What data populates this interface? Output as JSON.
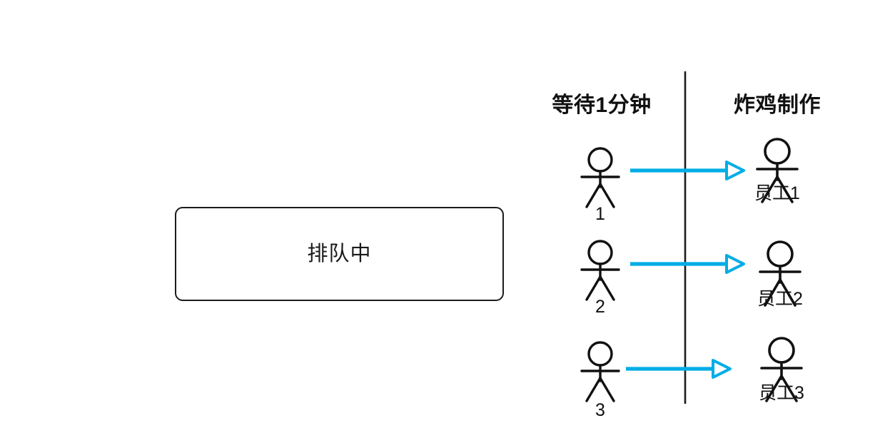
{
  "diagram": {
    "title_box": {
      "label": "排队中"
    },
    "columns": [
      {
        "id": "waiting",
        "header": "等待1分钟"
      },
      {
        "id": "cooking",
        "header": "炸鸡制作"
      }
    ],
    "rows": [
      {
        "customer_label": "1",
        "employee_label": "员工1",
        "arrow": "right-arrow"
      },
      {
        "customer_label": "2",
        "employee_label": "员工2",
        "arrow": "right-arrow"
      },
      {
        "customer_label": "3",
        "employee_label": "员工3",
        "arrow": "right-arrow"
      }
    ],
    "colors": {
      "arrow": "#00ADE6",
      "stroke": "#1b1b1b",
      "background": "#ffffff"
    }
  }
}
